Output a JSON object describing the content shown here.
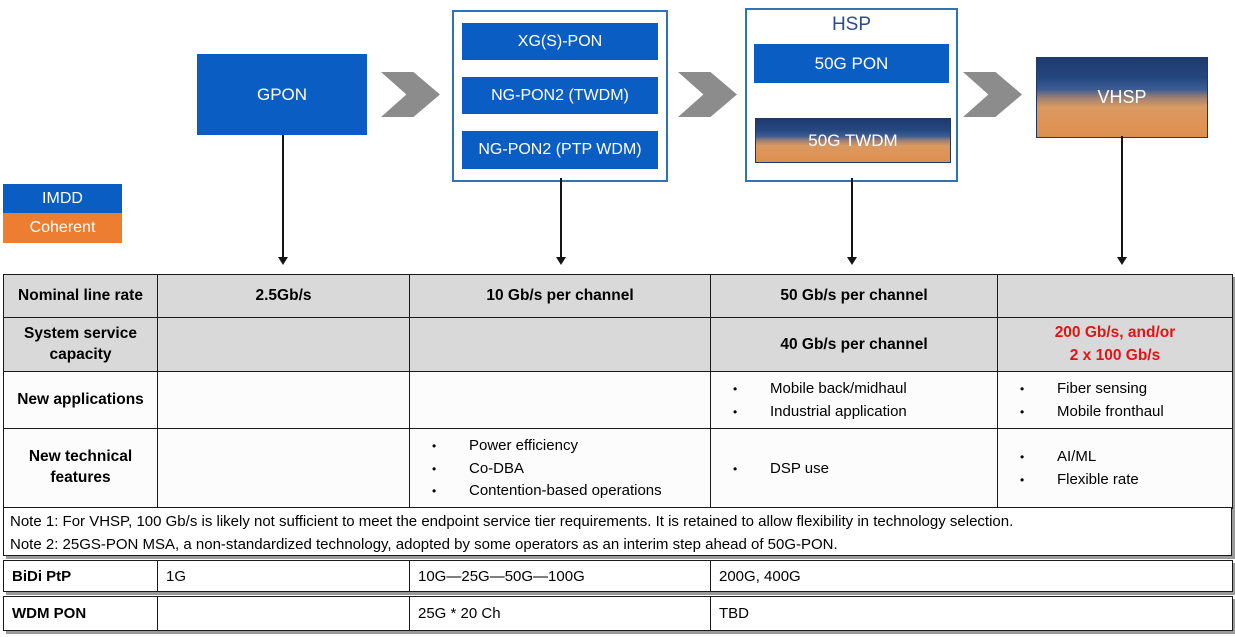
{
  "colors": {
    "box_blue": "#0A5EC3",
    "orange": "#ED7D31",
    "navy": "#1F3864",
    "group_border": "#2E74B5",
    "chevron_gray": "#8C8C8C",
    "table_gray": "#D9D9D9",
    "red_text": "#E21414"
  },
  "diagram": {
    "gpon_label": "GPON",
    "xgs_group": {
      "box1": "XG(S)-PON",
      "box2": "NG-PON2 (TWDM)",
      "box3": "NG-PON2 (PTP WDM)"
    },
    "hsp_group": {
      "title": "HSP",
      "box1": "50G PON",
      "box2": "50G TWDM"
    },
    "vhsp_label": "VHSP",
    "legend": {
      "imdd": "IMDD",
      "coherent": "Coherent"
    }
  },
  "table": {
    "rate_row": {
      "label": "Nominal line rate",
      "col1": "2.5Gb/s",
      "col2": "10 Gb/s per channel",
      "col3": "50 Gb/s per channel",
      "col4": ""
    },
    "capacity_row": {
      "label": "System service capacity",
      "col1": "",
      "col2": "",
      "col3": "40 Gb/s per channel",
      "col4_line1": "200 Gb/s, and/or",
      "col4_line2": "2 x 100 Gb/s"
    },
    "applications_row": {
      "label": "New applications",
      "col3_bullets": [
        "Mobile back/midhaul",
        "Industrial application"
      ],
      "col4_bullets": [
        "Fiber sensing",
        "Mobile fronthaul"
      ]
    },
    "features_row": {
      "label": "New technical features",
      "col2_bullets": [
        "Power efficiency",
        "Co-DBA",
        "Contention-based operations"
      ],
      "col3_bullets": [
        "DSP use"
      ],
      "col4_bullets": [
        "AI/ML",
        "Flexible rate"
      ]
    }
  },
  "notes": {
    "note1": "Note 1: For VHSP, 100 Gb/s is likely not sufficient to meet the endpoint service tier requirements. It is retained to allow flexibility in technology selection.",
    "note2": "Note 2: 25GS-PON MSA, a non-standardized technology, adopted by some operators as an interim step ahead of 50G-PON."
  },
  "bidi_row": {
    "label": "BiDi PtP",
    "col1": "1G",
    "col2": "10G—25G—50G—100G",
    "col3": "200G, 400G"
  },
  "wdm_row": {
    "label": "WDM PON",
    "col1": "",
    "col2": "25G * 20 Ch",
    "col3": "TBD"
  }
}
